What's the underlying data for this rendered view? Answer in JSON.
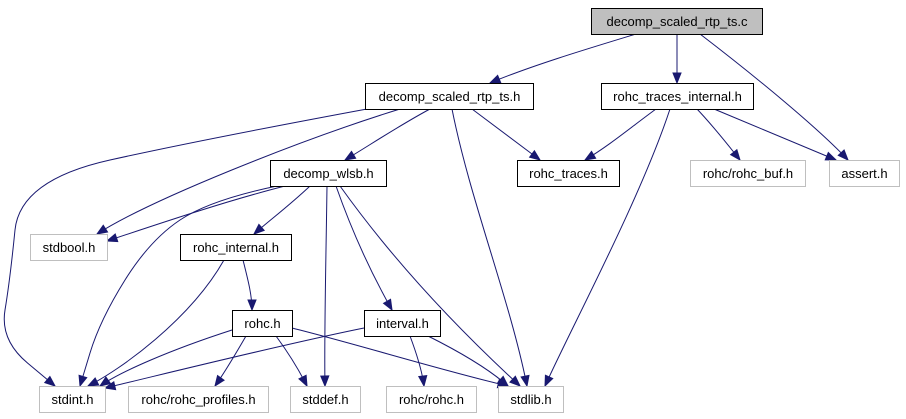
{
  "diagram": {
    "type": "include-dependency-graph",
    "colors": {
      "edge": "#191970",
      "root_fill": "#bfbfbf",
      "root_border": "#000000",
      "documented_border": "#000000",
      "external_border": "#bfbfbf",
      "node_fill": "#ffffff"
    },
    "nodes": [
      {
        "id": "root",
        "label": "decomp_scaled_rtp_ts.c",
        "kind": "root"
      },
      {
        "id": "dsrt_h",
        "label": "decomp_scaled_rtp_ts.h",
        "kind": "documented"
      },
      {
        "id": "rti_h",
        "label": "rohc_traces_internal.h",
        "kind": "documented"
      },
      {
        "id": "wlsb_h",
        "label": "decomp_wlsb.h",
        "kind": "documented"
      },
      {
        "id": "traces_h",
        "label": "rohc_traces.h",
        "kind": "documented"
      },
      {
        "id": "buf_h",
        "label": "rohc/rohc_buf.h",
        "kind": "external"
      },
      {
        "id": "assert_h",
        "label": "assert.h",
        "kind": "external"
      },
      {
        "id": "stdbool_h",
        "label": "stdbool.h",
        "kind": "external"
      },
      {
        "id": "rint_h",
        "label": "rohc_internal.h",
        "kind": "documented"
      },
      {
        "id": "rohc_h",
        "label": "rohc.h",
        "kind": "documented"
      },
      {
        "id": "interval_h",
        "label": "interval.h",
        "kind": "documented"
      },
      {
        "id": "stdint_h",
        "label": "stdint.h",
        "kind": "external"
      },
      {
        "id": "profiles_h",
        "label": "rohc/rohc_profiles.h",
        "kind": "external"
      },
      {
        "id": "stddef_h",
        "label": "stddef.h",
        "kind": "external"
      },
      {
        "id": "rohcrohc_h",
        "label": "rohc/rohc.h",
        "kind": "external"
      },
      {
        "id": "stdlib_h",
        "label": "stdlib.h",
        "kind": "external"
      }
    ],
    "edges": [
      {
        "from": "root",
        "to": "dsrt_h"
      },
      {
        "from": "root",
        "to": "rti_h"
      },
      {
        "from": "root",
        "to": "assert_h"
      },
      {
        "from": "dsrt_h",
        "to": "stdint_h"
      },
      {
        "from": "dsrt_h",
        "to": "stdbool_h"
      },
      {
        "from": "dsrt_h",
        "to": "wlsb_h"
      },
      {
        "from": "dsrt_h",
        "to": "stdlib_h"
      },
      {
        "from": "dsrt_h",
        "to": "traces_h"
      },
      {
        "from": "rti_h",
        "to": "traces_h"
      },
      {
        "from": "rti_h",
        "to": "stdlib_h"
      },
      {
        "from": "rti_h",
        "to": "buf_h"
      },
      {
        "from": "rti_h",
        "to": "assert_h"
      },
      {
        "from": "wlsb_h",
        "to": "stdbool_h"
      },
      {
        "from": "wlsb_h",
        "to": "stdint_h"
      },
      {
        "from": "wlsb_h",
        "to": "rint_h"
      },
      {
        "from": "wlsb_h",
        "to": "stddef_h"
      },
      {
        "from": "wlsb_h",
        "to": "interval_h"
      },
      {
        "from": "wlsb_h",
        "to": "stdlib_h"
      },
      {
        "from": "rint_h",
        "to": "stdint_h"
      },
      {
        "from": "rint_h",
        "to": "rohc_h"
      },
      {
        "from": "rohc_h",
        "to": "stdint_h"
      },
      {
        "from": "rohc_h",
        "to": "profiles_h"
      },
      {
        "from": "rohc_h",
        "to": "stddef_h"
      },
      {
        "from": "rohc_h",
        "to": "stdlib_h"
      },
      {
        "from": "interval_h",
        "to": "stdint_h"
      },
      {
        "from": "interval_h",
        "to": "rohcrohc_h"
      },
      {
        "from": "interval_h",
        "to": "stdlib_h"
      }
    ]
  }
}
